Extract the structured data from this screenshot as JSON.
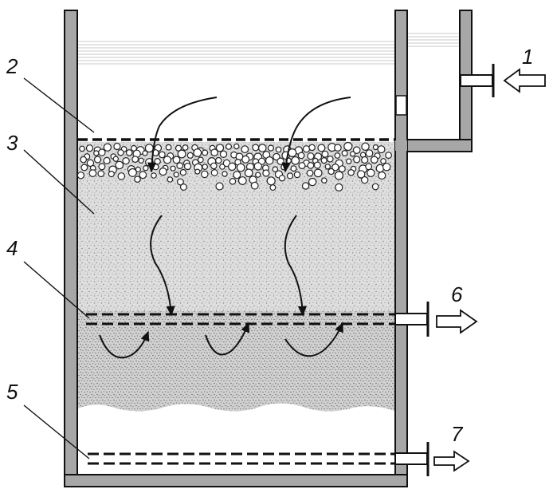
{
  "labels": {
    "l1": "1",
    "l2": "2",
    "l3": "3",
    "l4": "4",
    "l5": "5",
    "l6": "6",
    "l7": "7"
  },
  "colors": {
    "wall_fill": "#a7a7a7",
    "outline": "#111111",
    "sand": "#cfcfcf",
    "water_lines": "#c8c8c8"
  }
}
